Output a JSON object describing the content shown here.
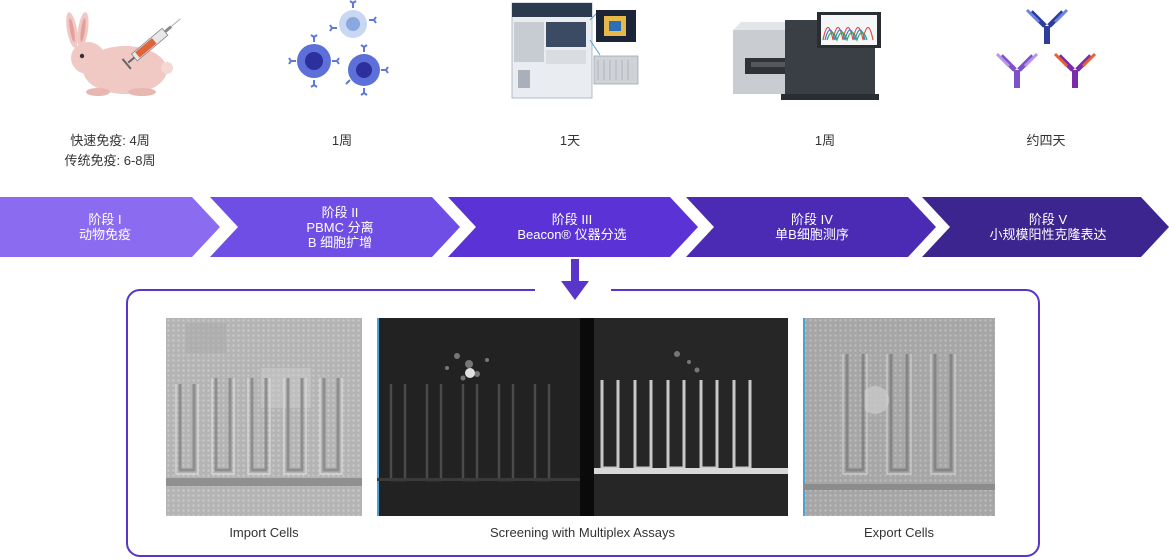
{
  "durations": [
    {
      "line1": "快速免疫: 4周",
      "line2": "传统免疫: 6-8周"
    },
    {
      "line1": "1周",
      "line2": ""
    },
    {
      "line1": "1天",
      "line2": ""
    },
    {
      "line1": "1周",
      "line2": ""
    },
    {
      "line1": "约四天",
      "line2": ""
    }
  ],
  "stages": [
    {
      "title": "阶段 I",
      "line2": "动物免疫",
      "line3": "",
      "color": "#8b6cf0"
    },
    {
      "title": "阶段 II",
      "line2": "PBMC 分离",
      "line3": "B 细胞扩增",
      "color": "#6f4ee6"
    },
    {
      "title": "阶段 III",
      "line2": "Beacon® 仪器分选",
      "line3": "",
      "color": "#5a32d6"
    },
    {
      "title": "阶段 IV",
      "line2": "单B细胞测序",
      "line3": "",
      "color": "#4b2ab4"
    },
    {
      "title": "阶段 V",
      "line2": "小规模阳性克隆表达",
      "line3": "",
      "color": "#3d2590"
    }
  ],
  "captions": {
    "import": "Import Cells",
    "screening": "Screening with Multiplex Assays",
    "export": "Export Cells"
  },
  "colors": {
    "frame": "#5a35c9",
    "arrow": "#5a35c9"
  },
  "icons": [
    "rabbit-syringe-icon",
    "b-cells-icon",
    "beacon-instrument-icon",
    "sequencer-icon",
    "antibodies-icon"
  ]
}
